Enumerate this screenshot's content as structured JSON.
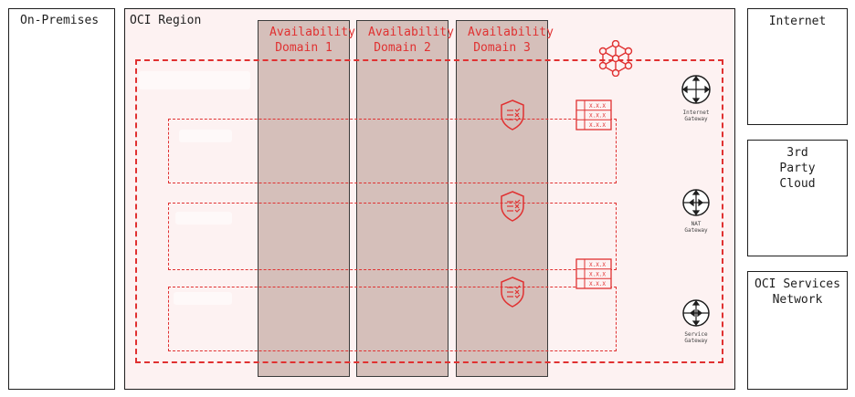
{
  "panels": {
    "on_premises": "On-Premises",
    "oci_region": "OCI Region",
    "internet": "Internet",
    "third_party_cloud": "3rd Party Cloud",
    "oci_services_network": "OCI Services Network"
  },
  "availability_domains": [
    {
      "label": "Availability Domain 1"
    },
    {
      "label": "Availability Domain 2"
    },
    {
      "label": "Availability Domain 3"
    }
  ],
  "gateways": {
    "internet": "Internet Gateway",
    "nat": "NAT Gateway",
    "service": "Service Gateway"
  },
  "route_table_rows": [
    "X.X.X",
    "X.X.X",
    "X.X.X"
  ],
  "colors": {
    "accent": "#e03131",
    "region_fill": "#fdf2f2",
    "ad_fill": "#c9b0a7",
    "stroke": "#1e1e1e"
  },
  "icons": [
    "security-list-icon",
    "route-table-icon",
    "vcn-network-icon",
    "internet-gateway-icon",
    "nat-gateway-icon",
    "service-gateway-icon"
  ]
}
